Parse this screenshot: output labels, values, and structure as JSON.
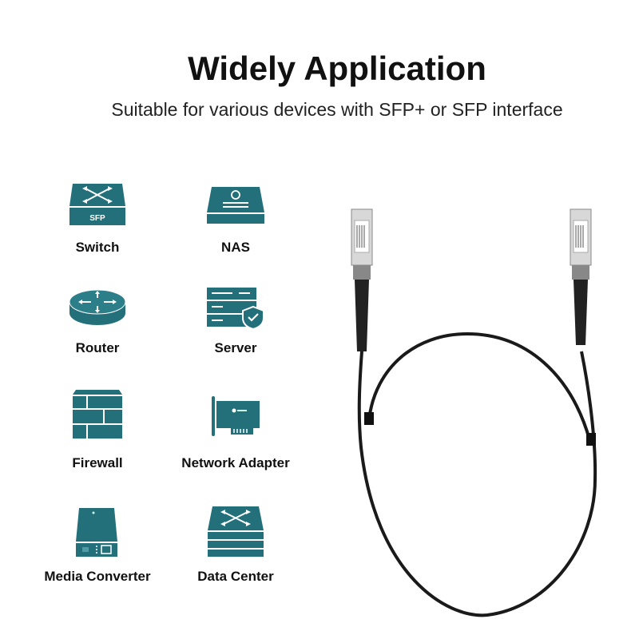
{
  "header": {
    "title": "Widely Application",
    "subtitle": "Suitable for various devices with SFP+ or SFP interface"
  },
  "devices": [
    {
      "label": "Switch",
      "icon": "switch-icon",
      "badge": "SFP"
    },
    {
      "label": "NAS",
      "icon": "nas-icon"
    },
    {
      "label": "Router",
      "icon": "router-icon"
    },
    {
      "label": "Server",
      "icon": "server-icon"
    },
    {
      "label": "Firewall",
      "icon": "firewall-icon"
    },
    {
      "label": "Network Adapter",
      "icon": "network-adapter-icon"
    },
    {
      "label": "Media Converter",
      "icon": "media-converter-icon"
    },
    {
      "label": "Data Center",
      "icon": "data-center-icon"
    }
  ],
  "colors": {
    "accent": "#23707b",
    "cable": "#1a1a1a"
  }
}
